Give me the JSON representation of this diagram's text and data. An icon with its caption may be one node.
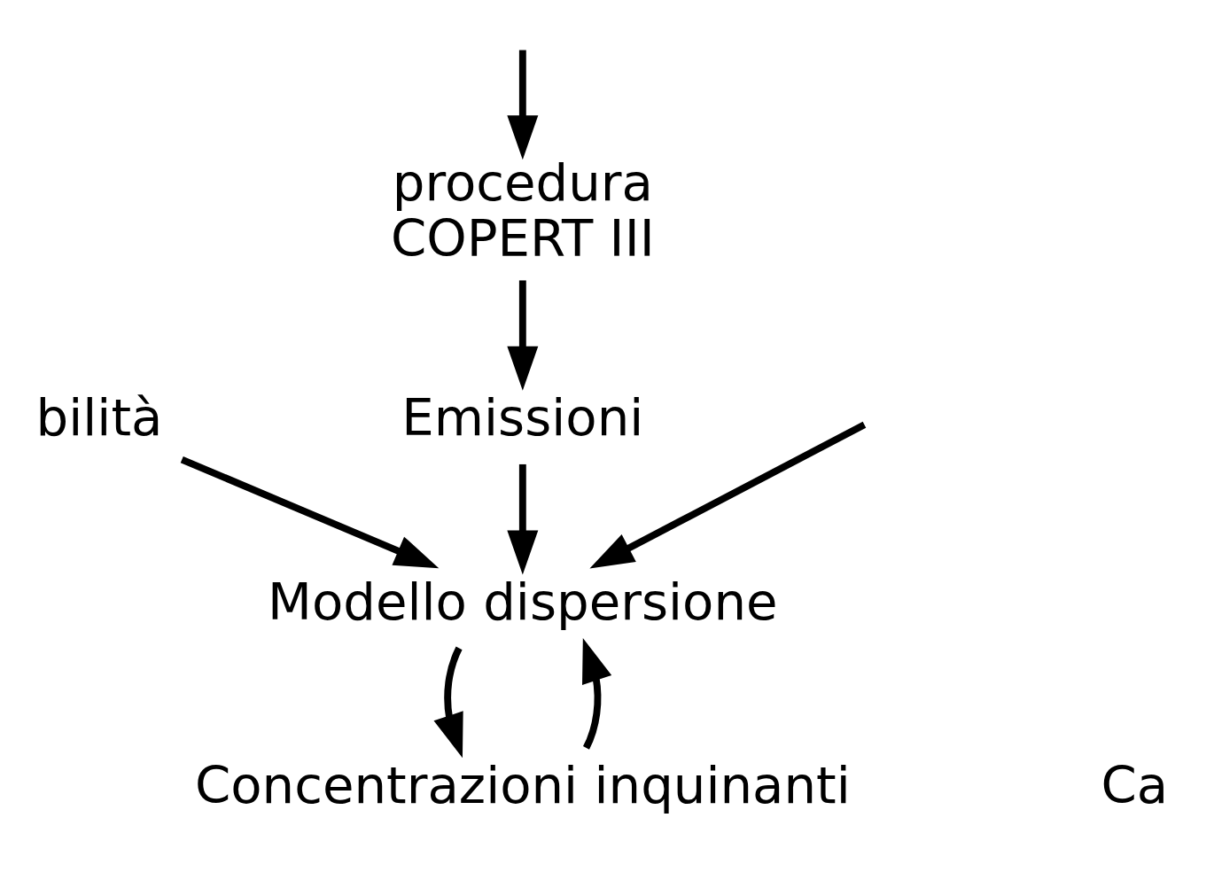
{
  "diagram": {
    "nodes": [
      {
        "text": [
          "bilità"
        ]
      },
      {
        "text": [
          "procedura",
          "COPERT III"
        ]
      },
      {
        "text": [
          "Emissioni"
        ]
      },
      {
        "text": [
          "Modello dispersione"
        ]
      },
      {
        "text": [
          "Concentrazioni inquinanti"
        ]
      }
    ],
    "edges": [
      {
        "from": null,
        "to": 1,
        "arrow": "to"
      },
      {
        "from": 1,
        "to": 2,
        "arrow": "to"
      },
      {
        "from": 2,
        "to": 3,
        "arrow": "to"
      },
      {
        "from": 0,
        "to": 3,
        "arrow": "to"
      },
      {
        "from": null,
        "to": 3,
        "arrow": "to"
      },
      {
        "from": 3,
        "to": 4,
        "arrow": "to"
      },
      {
        "from": 4,
        "to": 3,
        "arrow": "to"
      }
    ],
    "labels": [
      "Ca"
    ]
  }
}
